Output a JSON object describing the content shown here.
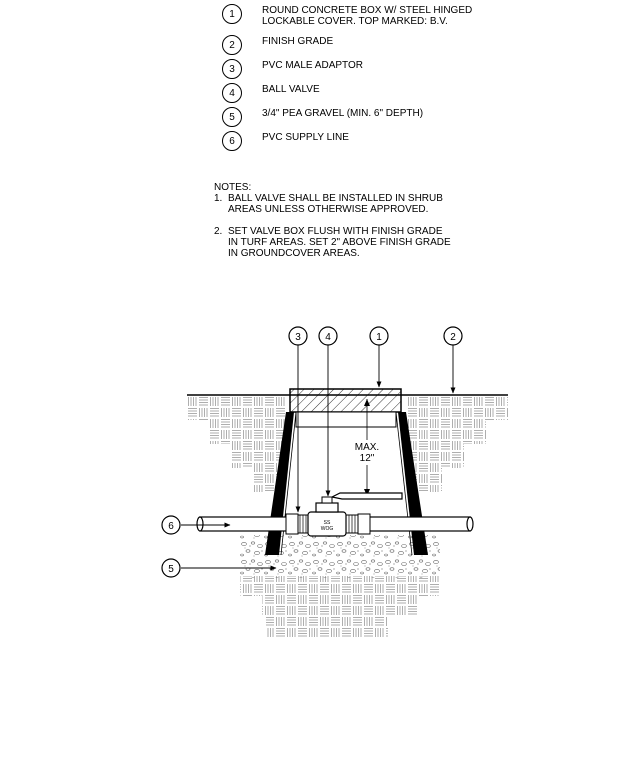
{
  "legend": [
    {
      "num": "1",
      "text": "ROUND CONCRETE BOX W/ STEEL HINGED\nLOCKABLE COVER. TOP MARKED: B.V."
    },
    {
      "num": "2",
      "text": "FINISH GRADE"
    },
    {
      "num": "3",
      "text": "PVC MALE ADAPTOR"
    },
    {
      "num": "4",
      "text": "BALL VALVE"
    },
    {
      "num": "5",
      "text": "3/4\" PEA GRAVEL (MIN. 6\" DEPTH)"
    },
    {
      "num": "6",
      "text": "PVC SUPPLY LINE"
    }
  ],
  "notes": {
    "title": "NOTES:",
    "items": [
      {
        "num": "1.",
        "text": "BALL VALVE SHALL BE INSTALLED IN SHRUB\nAREAS UNLESS OTHERWISE APPROVED."
      },
      {
        "num": "2.",
        "text": "SET VALVE BOX FLUSH WITH FINISH GRADE\nIN TURF AREAS.  SET 2\" ABOVE FINISH GRADE\nIN GROUNDCOVER AREAS."
      }
    ]
  },
  "diagram": {
    "callouts": [
      "3",
      "4",
      "1",
      "2",
      "6",
      "5"
    ],
    "dimension_line1": "MAX.",
    "dimension_line2": "12\"",
    "valve_marking1": "SS",
    "valve_marking2": "WOG"
  }
}
